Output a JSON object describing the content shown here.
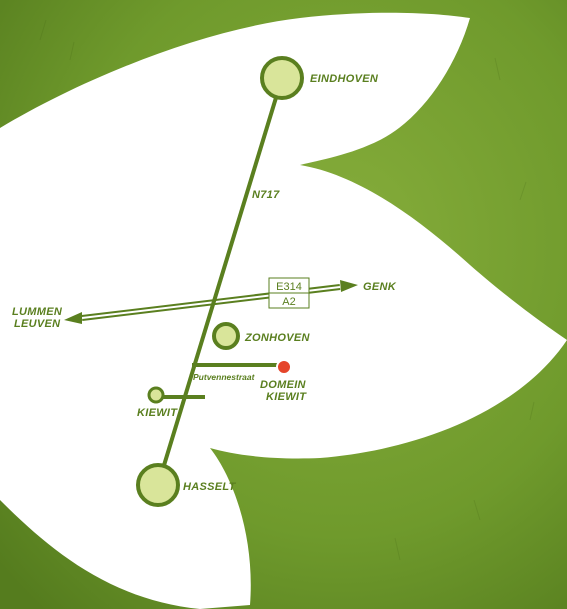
{
  "colors": {
    "background": "#6f9a2c",
    "leaf": "#ffffff",
    "road": "#5a7f1f",
    "city_fill": "#d9e59a",
    "destination": "#e5452b"
  },
  "map": {
    "cities": {
      "eindhoven": "EINDHOVEN",
      "genk": "GENK",
      "lummen": "LUMMEN",
      "leuven": "LEUVEN",
      "zonhoven": "ZONHOVEN",
      "kiewit": "KIEWIT",
      "hasselt": "HASSELT"
    },
    "roads": {
      "n717": "N717",
      "e314": "E314",
      "a2": "A2",
      "street": "Putvennestraat"
    },
    "destination": {
      "line1": "DOMEIN",
      "line2": "KIEWIT"
    }
  }
}
